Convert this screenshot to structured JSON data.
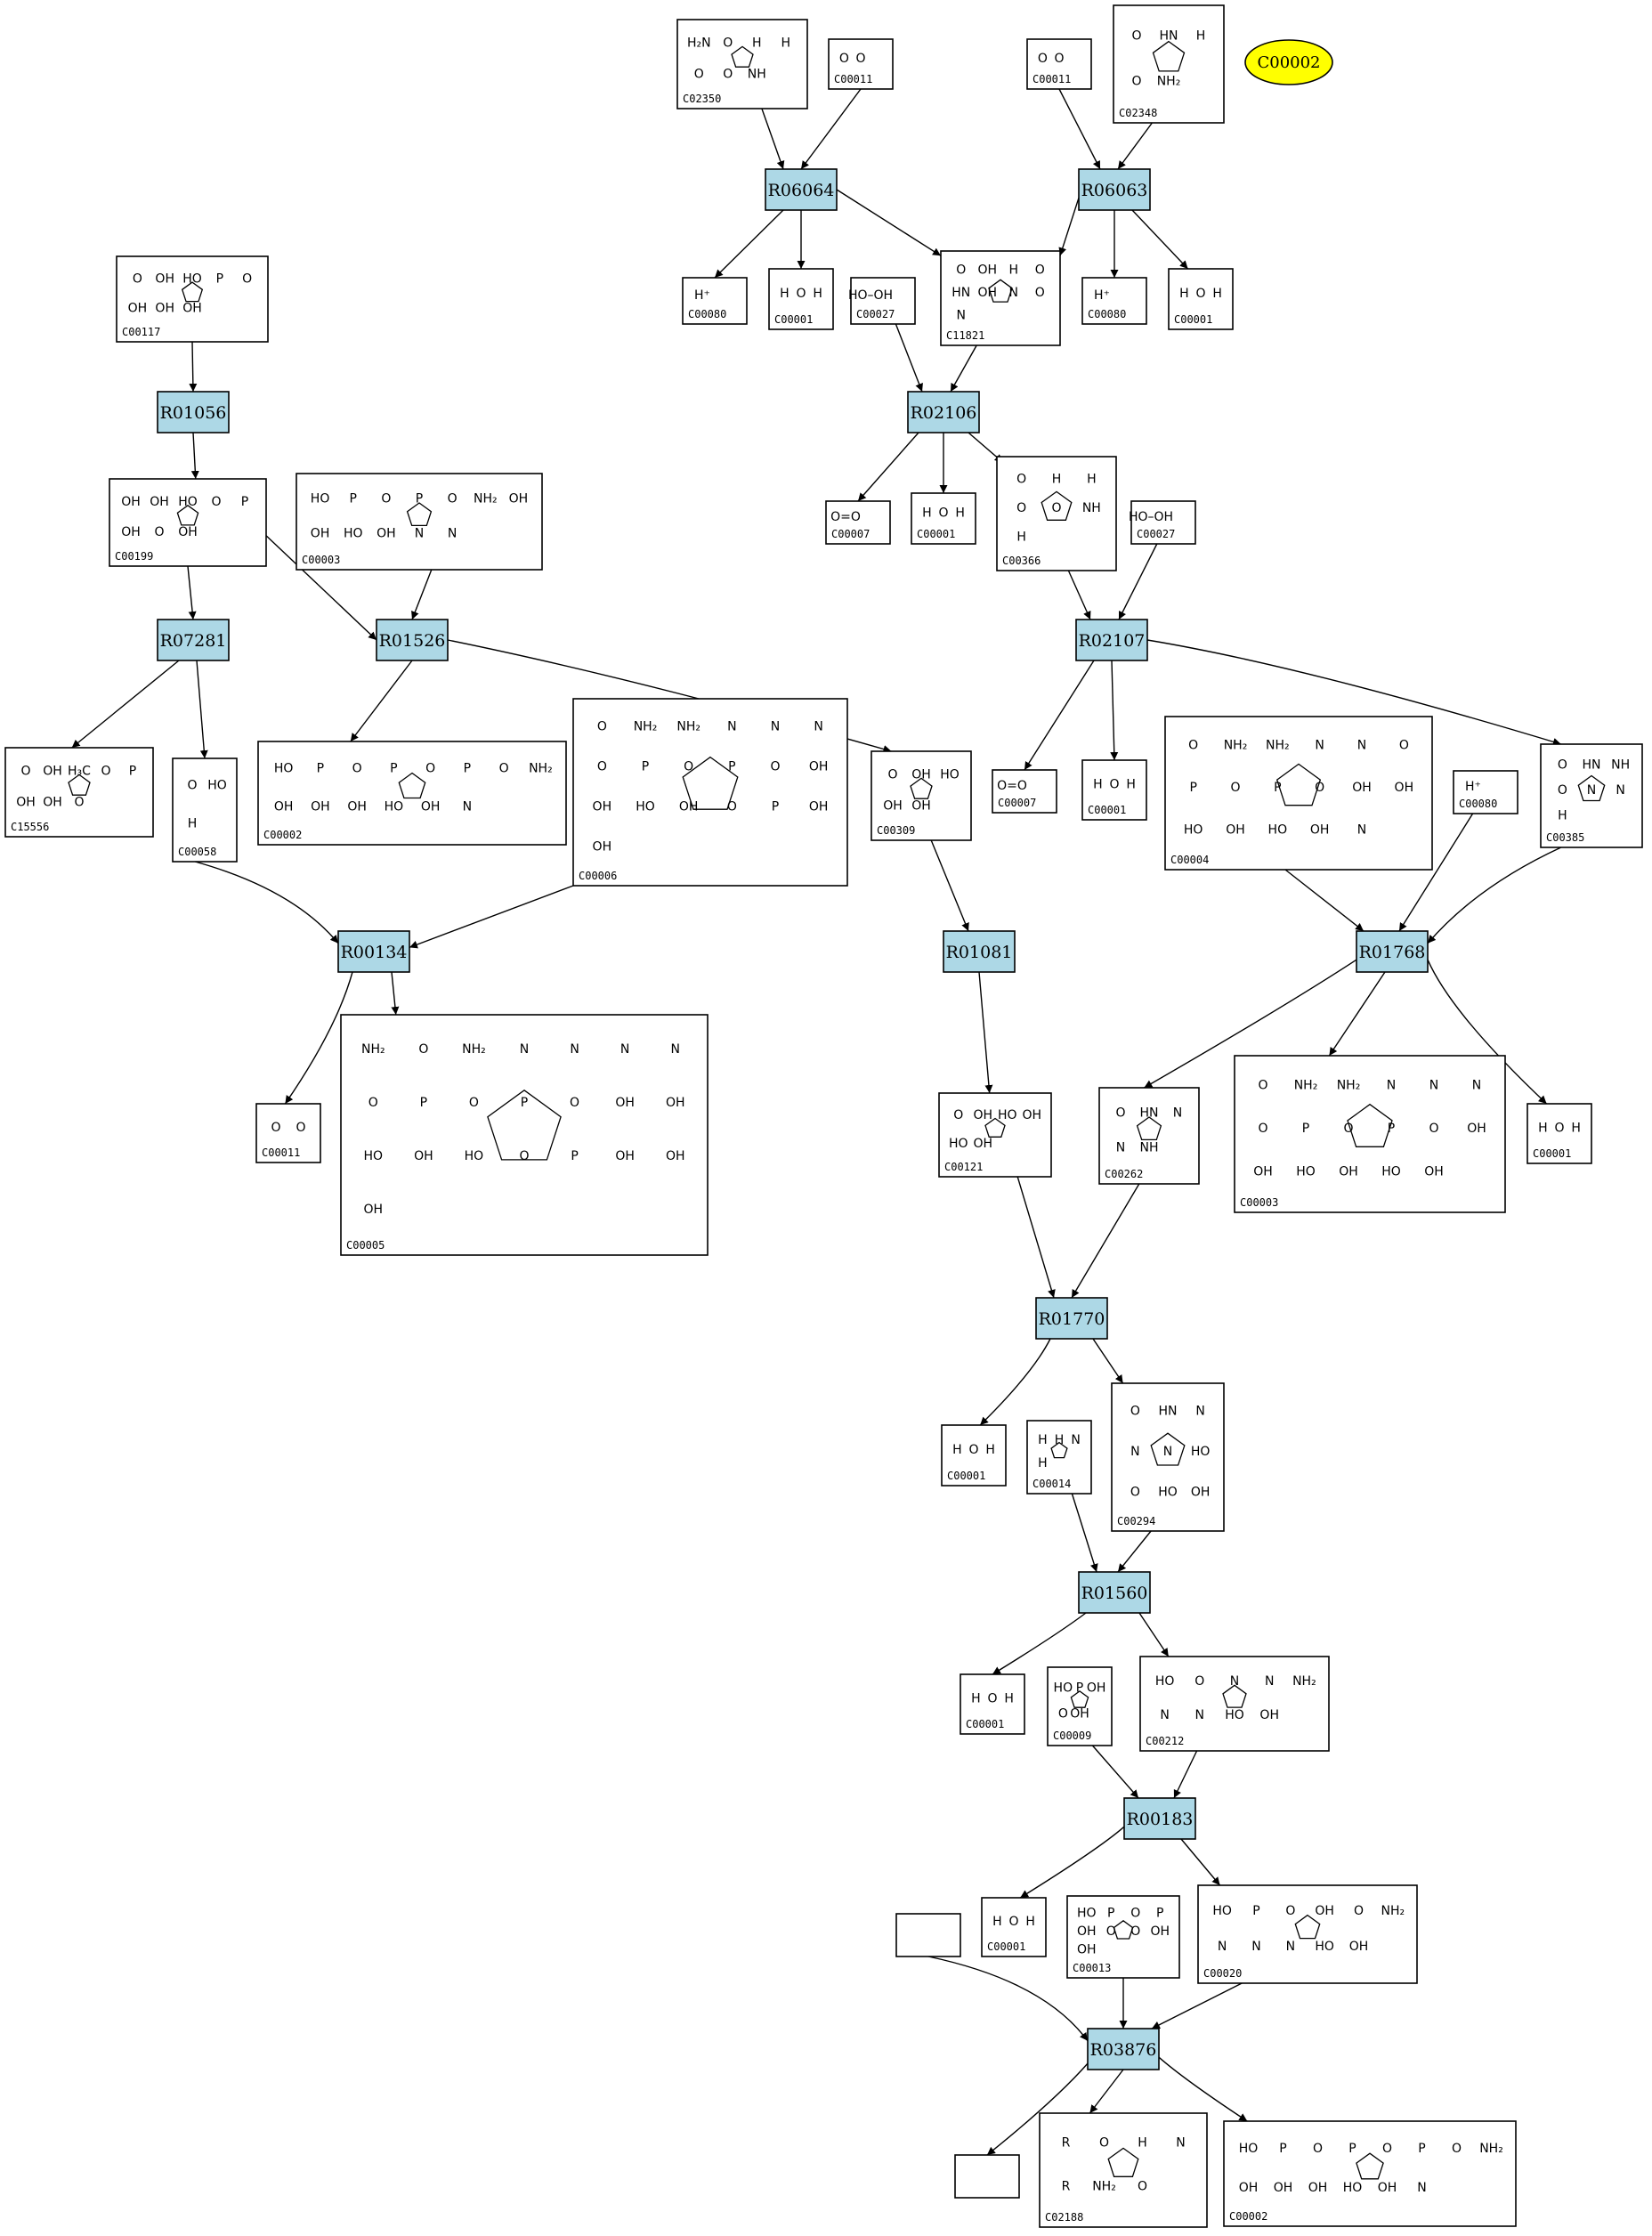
{
  "highlight": {
    "label": "C00002",
    "color": "#ffff00"
  },
  "reaction_color": "#add8e6",
  "reactions": [
    {
      "id": "R06064"
    },
    {
      "id": "R06063"
    },
    {
      "id": "R02106"
    },
    {
      "id": "R01056"
    },
    {
      "id": "R07281"
    },
    {
      "id": "R01526"
    },
    {
      "id": "R02107"
    },
    {
      "id": "R00134"
    },
    {
      "id": "R01081"
    },
    {
      "id": "R01768"
    },
    {
      "id": "R01770"
    },
    {
      "id": "R01560"
    },
    {
      "id": "R00183"
    },
    {
      "id": "R03876"
    }
  ],
  "compounds": [
    {
      "id": "C02350",
      "atoms": [
        "H₂N",
        "O",
        "H",
        "H",
        "O",
        "O",
        "NH"
      ]
    },
    {
      "id": "C00011",
      "atoms": [
        "O",
        "O"
      ]
    },
    {
      "id": "C00011",
      "atoms": [
        "O",
        "O"
      ]
    },
    {
      "id": "C02348",
      "atoms": [
        "O",
        "HN",
        "H",
        "O",
        "NH₂"
      ]
    },
    {
      "id": "C00080",
      "atoms": [
        "H⁺"
      ]
    },
    {
      "id": "C00001",
      "atoms": [
        "H",
        "O",
        "H"
      ]
    },
    {
      "id": "C00027",
      "atoms": [
        "HO–OH"
      ]
    },
    {
      "id": "C11821",
      "atoms": [
        "O",
        "OH",
        "H",
        "O",
        "HN",
        "OH",
        "N",
        "O",
        "N"
      ]
    },
    {
      "id": "C00080",
      "atoms": [
        "H⁺"
      ]
    },
    {
      "id": "C00001",
      "atoms": [
        "H",
        "O",
        "H"
      ]
    },
    {
      "id": "C00117",
      "atoms": [
        "O",
        "OH",
        "HO",
        "P",
        "O",
        "OH",
        "OH",
        "OH"
      ]
    },
    {
      "id": "C00007",
      "atoms": [
        "O=O"
      ]
    },
    {
      "id": "C00001",
      "atoms": [
        "H",
        "O",
        "H"
      ]
    },
    {
      "id": "C00366",
      "atoms": [
        "O",
        "H",
        "H",
        "O",
        "O",
        "NH",
        "H"
      ]
    },
    {
      "id": "C00027",
      "atoms": [
        "HO–OH"
      ]
    },
    {
      "id": "C00199",
      "atoms": [
        "OH",
        "OH",
        "HO",
        "O",
        "P",
        "OH",
        "O",
        "OH"
      ]
    },
    {
      "id": "C00003",
      "atoms": [
        "HO",
        "P",
        "O",
        "P",
        "O",
        "NH₂",
        "OH",
        "OH",
        "HO",
        "OH",
        "N",
        "N"
      ]
    },
    {
      "id": "C15556",
      "atoms": [
        "O",
        "OH",
        "H₃C",
        "O",
        "P",
        "OH",
        "OH",
        "O"
      ]
    },
    {
      "id": "C00058",
      "atoms": [
        "O",
        "HO",
        "H"
      ]
    },
    {
      "id": "C00002",
      "atoms": [
        "HO",
        "P",
        "O",
        "P",
        "O",
        "P",
        "O",
        "NH₂",
        "OH",
        "OH",
        "OH",
        "HO",
        "OH",
        "N"
      ]
    },
    {
      "id": "C00006",
      "atoms": [
        "O",
        "NH₂",
        "NH₂",
        "N",
        "N",
        "N",
        "O",
        "P",
        "O",
        "P",
        "O",
        "OH",
        "OH",
        "HO",
        "OH",
        "O",
        "P",
        "OH",
        "OH"
      ]
    },
    {
      "id": "C00309",
      "atoms": [
        "O",
        "OH",
        "HO",
        "OH",
        "OH"
      ]
    },
    {
      "id": "C00007",
      "atoms": [
        "O=O"
      ]
    },
    {
      "id": "C00001",
      "atoms": [
        "H",
        "O",
        "H"
      ]
    },
    {
      "id": "C00004",
      "atoms": [
        "O",
        "NH₂",
        "NH₂",
        "N",
        "N",
        "O",
        "P",
        "O",
        "P",
        "O",
        "OH",
        "OH",
        "HO",
        "OH",
        "HO",
        "OH",
        "N"
      ]
    },
    {
      "id": "C00080",
      "atoms": [
        "H⁺"
      ]
    },
    {
      "id": "C00385",
      "atoms": [
        "O",
        "HN",
        "NH",
        "O",
        "N",
        "N",
        "H"
      ]
    },
    {
      "id": "C00011",
      "atoms": [
        "O",
        "O"
      ]
    },
    {
      "id": "C00005",
      "atoms": [
        "NH₂",
        "O",
        "NH₂",
        "N",
        "N",
        "N",
        "N",
        "O",
        "P",
        "O",
        "P",
        "O",
        "OH",
        "OH",
        "HO",
        "OH",
        "HO",
        "O",
        "P",
        "OH",
        "OH",
        "OH"
      ]
    },
    {
      "id": "C00121",
      "atoms": [
        "O",
        "OH",
        "HO",
        "OH",
        "HO",
        "OH"
      ]
    },
    {
      "id": "C00262",
      "atoms": [
        "O",
        "HN",
        "N",
        "N",
        "NH"
      ]
    },
    {
      "id": "C00003",
      "atoms": [
        "O",
        "NH₂",
        "NH₂",
        "N",
        "N",
        "N",
        "O",
        "P",
        "O",
        "P",
        "O",
        "OH",
        "OH",
        "HO",
        "OH",
        "HO",
        "OH"
      ]
    },
    {
      "id": "C00001",
      "atoms": [
        "H",
        "O",
        "H"
      ]
    },
    {
      "id": "C00001",
      "atoms": [
        "H",
        "O",
        "H"
      ]
    },
    {
      "id": "C00014",
      "atoms": [
        "H",
        "H",
        "N",
        "H"
      ]
    },
    {
      "id": "C00294",
      "atoms": [
        "O",
        "HN",
        "N",
        "N",
        "N",
        "HO",
        "O",
        "HO",
        "OH"
      ]
    },
    {
      "id": "C00001",
      "atoms": [
        "H",
        "O",
        "H"
      ]
    },
    {
      "id": "C00009",
      "atoms": [
        "HO",
        "P",
        "OH",
        "O",
        "OH"
      ]
    },
    {
      "id": "C00212",
      "atoms": [
        "HO",
        "O",
        "N",
        "N",
        "NH₂",
        "N",
        "N",
        "HO",
        "OH"
      ]
    },
    {
      "id": "C00001",
      "atoms": [
        "H",
        "O",
        "H"
      ]
    },
    {
      "id": "C00013",
      "atoms": [
        "HO",
        "P",
        "O",
        "P",
        "OH",
        "O",
        "O",
        "OH",
        "OH"
      ]
    },
    {
      "id": "C00020",
      "atoms": [
        "HO",
        "P",
        "O",
        "OH",
        "O",
        "NH₂",
        "N",
        "N",
        "N",
        "HO",
        "OH"
      ]
    },
    {
      "id": "C02188",
      "atoms": [
        "R",
        "O",
        "H",
        "N",
        "R",
        "NH₂",
        "O"
      ]
    },
    {
      "id": "C00002",
      "atoms": [
        "HO",
        "P",
        "O",
        "P",
        "O",
        "P",
        "O",
        "NH₂",
        "OH",
        "OH",
        "OH",
        "HO",
        "OH",
        "N"
      ]
    }
  ],
  "unlabeled_nodes": [
    {
      "label": ""
    },
    {
      "label": ""
    }
  ]
}
